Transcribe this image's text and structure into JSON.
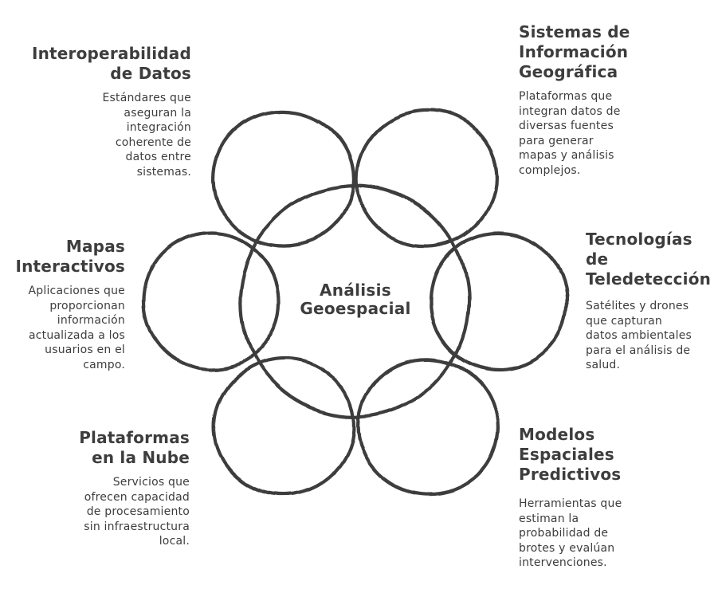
{
  "diagram": {
    "background_color": "#ffffff",
    "stroke_color": "#3d3d3d",
    "text_color": "#3d3d3d",
    "center": {
      "label": "Análisis\nGeoespacial"
    },
    "nodes": [
      {
        "id": "interoperabilidad-de-datos",
        "position": "top-left",
        "title": "Interoperabilidad\nde Datos",
        "description": "Estándares que\naseguran la\nintegración\ncoherente de\ndatos entre\nsistemas."
      },
      {
        "id": "sistemas-de-informacion-geografica",
        "position": "top-right",
        "title": "Sistemas de\nInformación\nGeográfica",
        "description": "Plataformas que\nintegran datos de\ndiversas fuentes\npara generar\nmapas y análisis\ncomplejos."
      },
      {
        "id": "mapas-interactivos",
        "position": "middle-left",
        "title": "Mapas\nInteractivos",
        "description": "Aplicaciones que\nproporcionan\ninformación\nactualizada a los\nusuarios en el\ncampo."
      },
      {
        "id": "tecnologias-de-teledeteccion",
        "position": "middle-right",
        "title": "Tecnologías\nde\nTeledetección",
        "description": "Satélites y drones\nque capturan\ndatos ambientales\npara el análisis de\nsalud."
      },
      {
        "id": "plataformas-en-la-nube",
        "position": "bottom-left",
        "title": "Plataformas\nen la Nube",
        "description": "Servicios que\nofrecen capacidad\nde procesamiento\nsin infraestructura\nlocal."
      },
      {
        "id": "modelos-espaciales-predictivos",
        "position": "bottom-right",
        "title": "Modelos\nEspaciales\nPredictivos",
        "description": "Herramientas que\nestiman la\nprobabilidad de\nbrotes y evalúan\nintervenciones."
      }
    ]
  }
}
